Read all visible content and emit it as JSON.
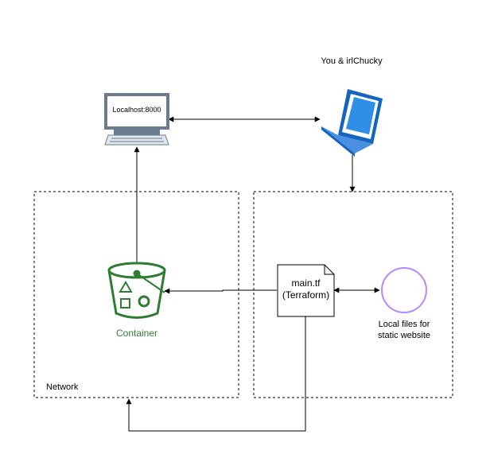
{
  "labels": {
    "user": "You & irlChucky",
    "monitor": "Localhost:8000",
    "container": "Container",
    "network": "Network",
    "tf_line1": "main.tf",
    "tf_line2": "(Terraform)",
    "local_line1": "Local files for",
    "local_line2": "static website"
  },
  "colors": {
    "bucket": "#2e7d32",
    "circle": "#b388ff",
    "laptop_screen": "#4a90e2",
    "laptop_dark": "#1565c0",
    "monitor_frame": "#6b7b8f",
    "monitor_bg": "#dfe6ee"
  },
  "icons": {
    "monitor": "desktop-monitor-icon",
    "laptop": "laptop-icon",
    "bucket": "s3-bucket-icon",
    "file": "document-icon",
    "circle": "circle-icon"
  }
}
